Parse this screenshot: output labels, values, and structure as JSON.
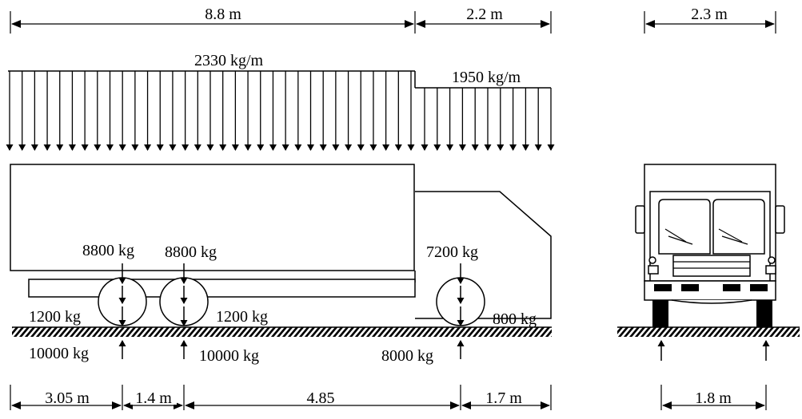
{
  "top_dims": {
    "left_span": "8.8 m",
    "right_span": "2.2 m",
    "front_width": "2.3 m"
  },
  "loads": {
    "udl_main": "2330 kg/m",
    "udl_cab": "1950 kg/m"
  },
  "axles": {
    "axle1_load": "8800 kg",
    "axle2_load": "8800 kg",
    "axle3_load": "7200 kg",
    "self_weight_1": "1200 kg",
    "self_weight_2": "1200 kg",
    "self_weight_3": "800 kg",
    "reaction_1": "10000 kg",
    "reaction_2": "10000 kg",
    "reaction_3": "8000 kg"
  },
  "bottom_dims": {
    "d1": "3.05 m",
    "d2": "1.4 m",
    "d3": "4.85",
    "d4": "1.7 m",
    "track": "1.8 m"
  }
}
